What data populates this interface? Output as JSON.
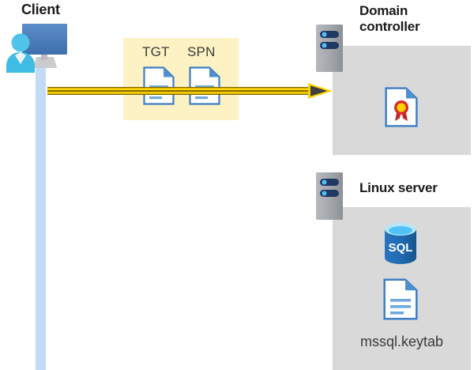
{
  "diagram": {
    "title_client": "Client",
    "title_domain_controller": "Domain\ncontroller",
    "title_linux_server": "Linux server",
    "tgt_label": "TGT",
    "spn_label": "SPN",
    "keytab_filename": "mssql.keytab",
    "sql_badge_text": "SQL",
    "colors": {
      "lifeline_blue": "#c2dbf7",
      "panel_yellow": "#fdf2c4",
      "server_box_gray": "#d9d9d9",
      "arrow_yellow": "#ffd400",
      "arrow_outline": "#6b5a00",
      "arrowhead_dark": "#404040",
      "doc_blue": "#3c7fc4",
      "doc_fold_blue": "#4e8fd0",
      "server_gray": "#9aa0a6",
      "server_pill_navy": "#1f3864",
      "server_dot_blue": "#4fc3f7",
      "cert_red": "#d92b2b",
      "cert_gold": "#ffd400",
      "sql_blue": "#1f6cb4",
      "sql_top_cyan": "#4fc3f7",
      "title_text": "#1a1a1a",
      "body_text": "#3a3a3a",
      "monitor_blue": "#4a7ebb",
      "person_cyan": "#4fc3e8"
    }
  }
}
